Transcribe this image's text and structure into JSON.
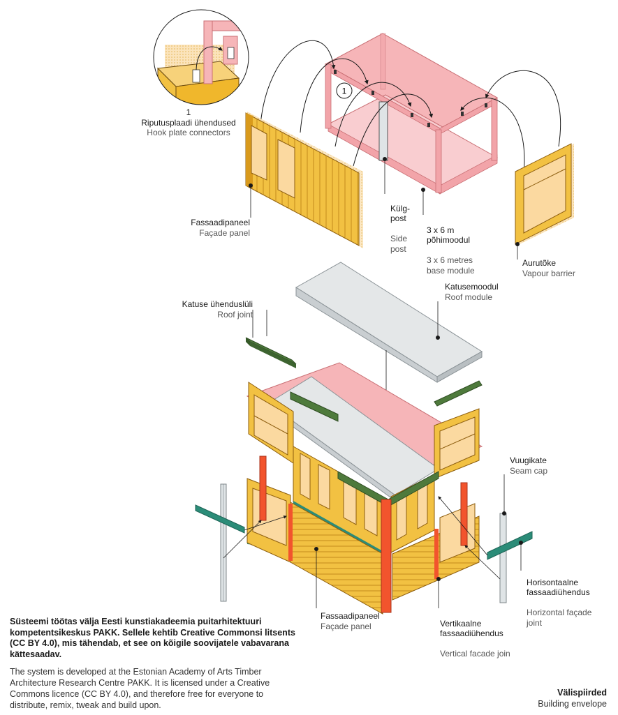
{
  "detail": {
    "number": "1",
    "title_et": "Riputusplaadi ühendused",
    "title_en": "Hook plate connectors"
  },
  "callout_marker": "1",
  "labels": {
    "facade_panel_top": {
      "et": "Fassaadipaneel",
      "en": "Façade panel"
    },
    "side_post": {
      "et": "Külg-\npost",
      "en": "Side\npost"
    },
    "base_module": {
      "et": "3 x 6 m\npõhimoodul",
      "en": "3 x 6 metres\nbase module"
    },
    "vapour_barrier": {
      "et": "Aurutõke",
      "en": "Vapour barrier"
    },
    "roof_joint": {
      "et": "Katuse ühenduslüli",
      "en": "Roof joint"
    },
    "roof_module": {
      "et": "Katusemoodul",
      "en": "Roof module"
    },
    "seam_cap": {
      "et": "Vuugikate",
      "en": "Seam cap"
    },
    "horizontal_join": {
      "et": "Horisontaalne\nfassaadiühendus",
      "en": "Horizontal façade\njoint"
    },
    "vertical_join": {
      "et": "Vertikaalne\nfassaadiühendus",
      "en": "Vertical facade join"
    },
    "facade_panel_bottom": {
      "et": "Fassaadipaneel",
      "en": "Façade panel"
    }
  },
  "footer": {
    "bold": "Süsteemi töötas välja Eesti kunstiakadeemia puitarhitektuuri kompetentsikeskus PAKK. Sellele kehtib Creative Commonsi litsents (CC BY 4.0), mis tähendab, et see on kõigile soovijatele vabavarana kättesaadav.",
    "normal": "The system is developed at the Estonian Academy of Arts Timber Architecture Research Centre PAKK. It is licensed under a Creative Commons licence (CC BY 4.0), and therefore free for everyone to distribute, remix, tweak and build upon."
  },
  "corner": {
    "title": "Välispiirded",
    "subtitle": "Building envelope"
  },
  "colors": {
    "timber": "#f2c142",
    "timber_dark": "#d99a1c",
    "panel_fill": "#fbd9a0",
    "frame_pink": "#f6b5b8",
    "frame_pink_dark": "#e0878c",
    "roof_grey": "#e4e7e8",
    "joint_green": "#4e7a3c",
    "seam_red": "#f2542d",
    "teal": "#2b8c78",
    "barrier": "#f7cfa0",
    "post_grey": "#dfe4e6"
  }
}
